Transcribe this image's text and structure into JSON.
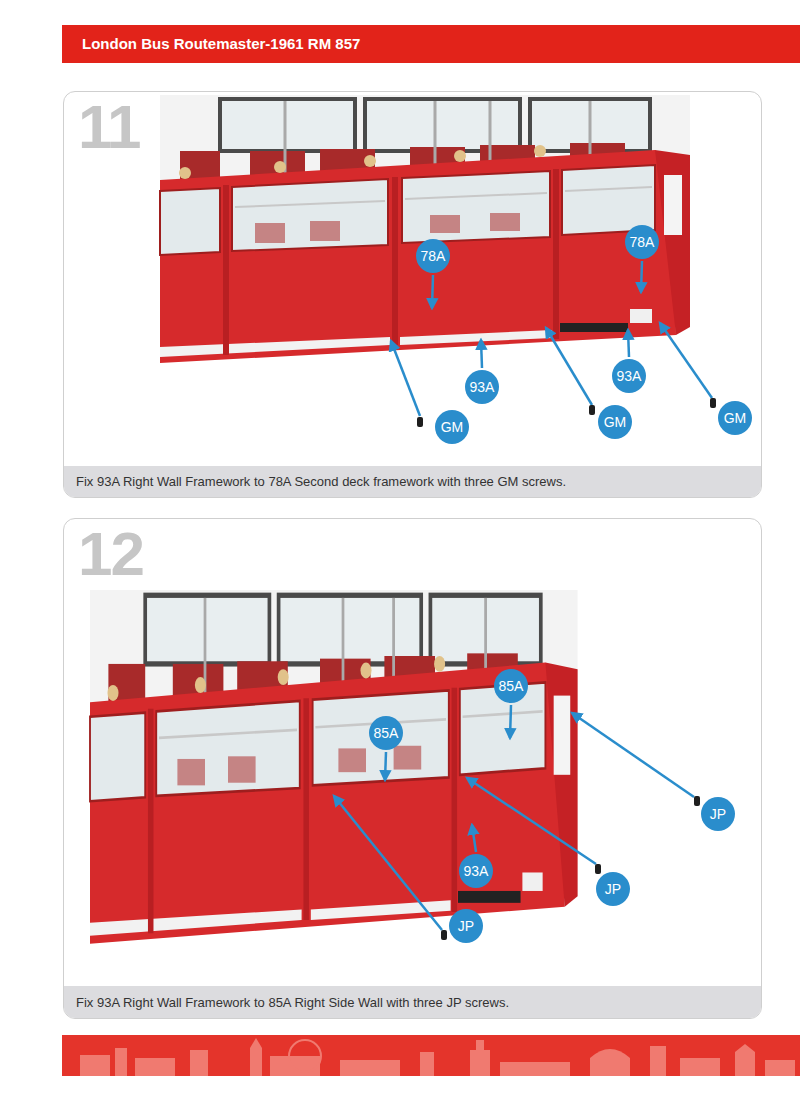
{
  "diagram": {
    "title": "London Bus Routemaster-1961 RM 857",
    "nodes": [
      {
        "text": [
          "11"
        ]
      },
      {
        "text": [
          "Fix 93A Right Wall Framework to 78A Second deck framework with three GM screws."
        ],
        "in": 0
      },
      {
        "text": [
          "78A"
        ],
        "in": 0
      },
      {
        "text": [
          "78A"
        ],
        "in": 0
      },
      {
        "text": [
          "93A"
        ],
        "in": 0
      },
      {
        "text": [
          "93A"
        ],
        "in": 0
      },
      {
        "text": [
          "GM"
        ],
        "in": 0
      },
      {
        "text": [
          "GM"
        ],
        "in": 0
      },
      {
        "text": [
          "GM"
        ],
        "in": 0
      },
      {
        "text": [
          "12"
        ]
      },
      {
        "text": [
          "Fix 93A Right Wall Framework to 85A Right Side Wall with three JP screws."
        ],
        "in": 9
      },
      {
        "text": [
          "85A"
        ],
        "in": 9
      },
      {
        "text": [
          "85A"
        ],
        "in": 9
      },
      {
        "text": [
          "JP"
        ],
        "in": 9
      },
      {
        "text": [
          "93A"
        ],
        "in": 9
      },
      {
        "text": [
          "JP"
        ],
        "in": 9
      },
      {
        "text": [
          "JP"
        ],
        "in": 9
      }
    ]
  }
}
